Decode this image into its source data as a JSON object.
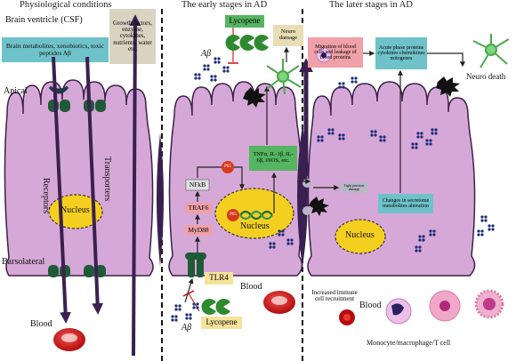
{
  "headers": {
    "physiological": "Physiological conditions",
    "early": "The early stages in AD",
    "later": "The later stages in AD"
  },
  "left": {
    "csf": "Brain ventricle (CSF)",
    "metabolites": "Brain metabolites, xenobiotics, toxic peptides Aβ",
    "growth": "Growth factors, enzyme, cytokines, nutrients, water etc.",
    "apical": "Apical",
    "receptors": "Receptors",
    "transporters": "Transporters",
    "nucleus": "Nucleus",
    "basolateral": "Barsolateral",
    "blood": "Blood"
  },
  "early": {
    "lycopene_top": "Lycopene",
    "neuro_damage": "Neuro damage",
    "abeta_top": "Aβ",
    "nfkb": "NFkB",
    "traf6": "TRAF6",
    "myd88": "MyD88",
    "tlr4": "TLR4",
    "tnfa": "TNFα, IL-1β, IL-6β, iNOS, etc.",
    "nucleus": "Nucleus",
    "blood": "Blood",
    "abeta_bottom": "Aβ",
    "lycopene_bottom": "Lycopene",
    "p65_top": "P65",
    "p65_nuc": "P65",
    "tight_junction": "Tight junction damage"
  },
  "later": {
    "migration": "Migration of blood cells and leakage of blood proteins",
    "acute": "Acute phase proteins cytokines chemokines mitogenes",
    "neuro_death": "Neuro death",
    "changes": "Changes in secretome metabolites alteration",
    "nucleus": "Nucleus",
    "immune": "Increased immune cell recruitment",
    "blood": "Blood",
    "monocyte": "Monocyte/macrophage/T cell"
  },
  "colors": {
    "cell_fill": "#d6a8d8",
    "cell_stroke": "#3b2147",
    "nucleus": "#f5cf1f",
    "receptor": "#1f5a36",
    "arrow": "#3a2050",
    "teal": "#6fc2c9",
    "blue_dots": "#1c2b78",
    "green_box": "#55b560",
    "pink_box": "#f0a0a8",
    "blood": "#d21c1c"
  }
}
